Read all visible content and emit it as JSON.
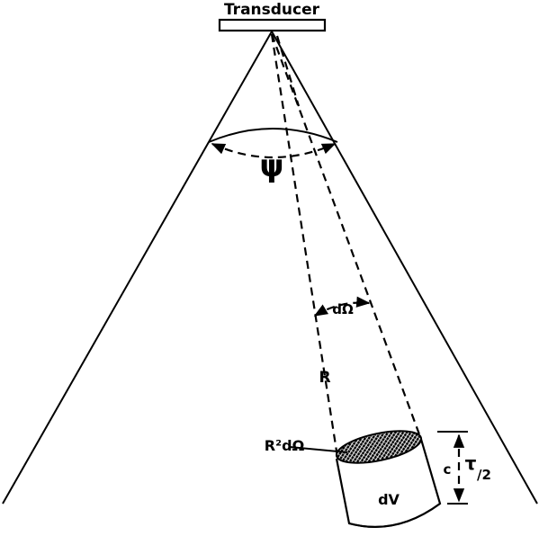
{
  "title": "Transducer",
  "labels": {
    "beam_angle": "ψ",
    "solid_angle": "dΩ",
    "range": "R",
    "area": "R²dΩ",
    "volume": "dV",
    "pulse_c": "c",
    "pulse_tau": "τ",
    "pulse_div": "/2"
  },
  "colors": {
    "ink": "#000000",
    "background": "#ffffff"
  }
}
